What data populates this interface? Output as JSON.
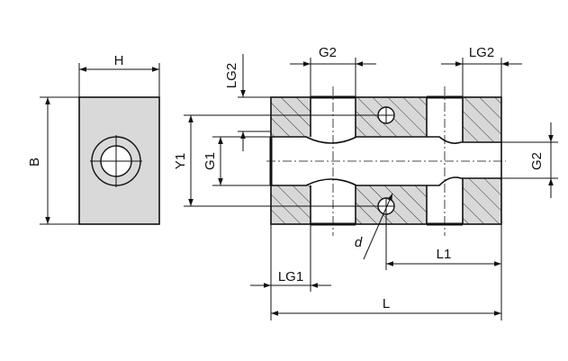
{
  "labels": {
    "H": "H",
    "B": "B",
    "LG2_left": "LG2",
    "G2_top": "G2",
    "LG2_right": "LG2",
    "Y1": "Y1",
    "G1": "G1",
    "G2_right": "G2",
    "d": "d",
    "L1": "L1",
    "LG1": "LG1",
    "L": "L"
  }
}
